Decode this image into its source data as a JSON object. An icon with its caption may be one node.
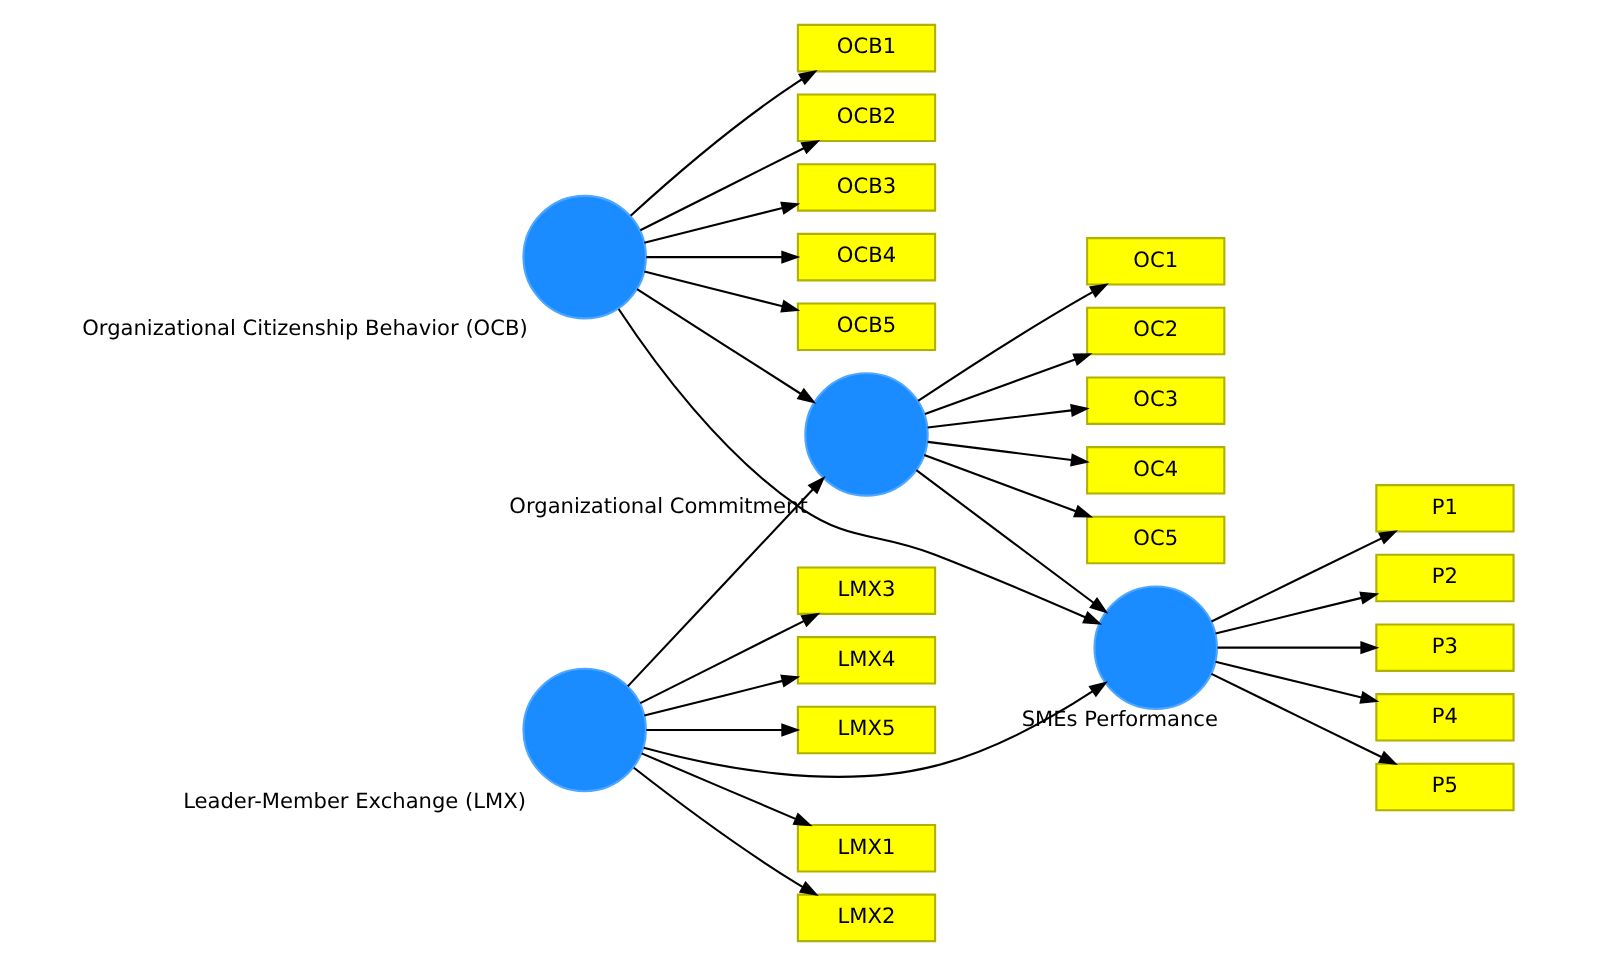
{
  "diagram": {
    "nodes": [
      {
        "text": [
          "OCB1"
        ]
      },
      {
        "text": [
          "OCB2"
        ]
      },
      {
        "text": [
          "OCB3"
        ]
      },
      {
        "text": [
          "OCB4"
        ]
      },
      {
        "text": [
          "OCB5"
        ]
      },
      {
        "text": [
          "OC1"
        ]
      },
      {
        "text": [
          "OC2"
        ]
      },
      {
        "text": [
          "OC3"
        ]
      },
      {
        "text": [
          "OC4"
        ]
      },
      {
        "text": [
          "OC5"
        ]
      },
      {
        "text": [
          "Organizational Citizenship Behavior (OCB)"
        ]
      },
      {
        "text": [
          "Organizational Commitment"
        ]
      },
      {
        "text": [
          "LMX1"
        ]
      },
      {
        "text": [
          "LMX2"
        ]
      },
      {
        "text": [
          "LMX3"
        ]
      },
      {
        "text": [
          "LMX4"
        ]
      },
      {
        "text": [
          "LMX5"
        ]
      },
      {
        "text": [
          "Leader-Member Exchange (LMX)"
        ]
      },
      {
        "text": [
          "SMEs Performance"
        ]
      },
      {
        "text": [
          "P1"
        ]
      },
      {
        "text": [
          "P2"
        ]
      },
      {
        "text": [
          "P3"
        ]
      },
      {
        "text": [
          "P4"
        ]
      },
      {
        "text": [
          "P5"
        ]
      }
    ],
    "edges": [
      {
        "from": 10,
        "to": 0,
        "arrow": "to"
      },
      {
        "from": 10,
        "to": 1,
        "arrow": "to"
      },
      {
        "from": 10,
        "to": 2,
        "arrow": "to"
      },
      {
        "from": 10,
        "to": 3,
        "arrow": "to"
      },
      {
        "from": 10,
        "to": 4,
        "arrow": "to"
      },
      {
        "from": 11,
        "to": 5,
        "arrow": "to"
      },
      {
        "from": 11,
        "to": 6,
        "arrow": "to"
      },
      {
        "from": 11,
        "to": 7,
        "arrow": "to"
      },
      {
        "from": 11,
        "to": 8,
        "arrow": "to"
      },
      {
        "from": 11,
        "to": 9,
        "arrow": "to"
      },
      {
        "from": 10,
        "to": 11,
        "arrow": "to"
      },
      {
        "from": 10,
        "to": 18,
        "arrow": "to"
      },
      {
        "from": 17,
        "to": 11,
        "arrow": "to"
      },
      {
        "from": 17,
        "to": 18,
        "arrow": "to"
      },
      {
        "from": 11,
        "to": 18,
        "arrow": "to"
      },
      {
        "from": 17,
        "to": 12,
        "arrow": "to"
      },
      {
        "from": 17,
        "to": 13,
        "arrow": "to"
      },
      {
        "from": 17,
        "to": 14,
        "arrow": "to"
      },
      {
        "from": 17,
        "to": 15,
        "arrow": "to"
      },
      {
        "from": 17,
        "to": 16,
        "arrow": "to"
      },
      {
        "from": 18,
        "to": 19,
        "arrow": "to"
      },
      {
        "from": 18,
        "to": 20,
        "arrow": "to"
      },
      {
        "from": 18,
        "to": 21,
        "arrow": "to"
      },
      {
        "from": 18,
        "to": 22,
        "arrow": "to"
      },
      {
        "from": 18,
        "to": 23,
        "arrow": "to"
      }
    ]
  }
}
